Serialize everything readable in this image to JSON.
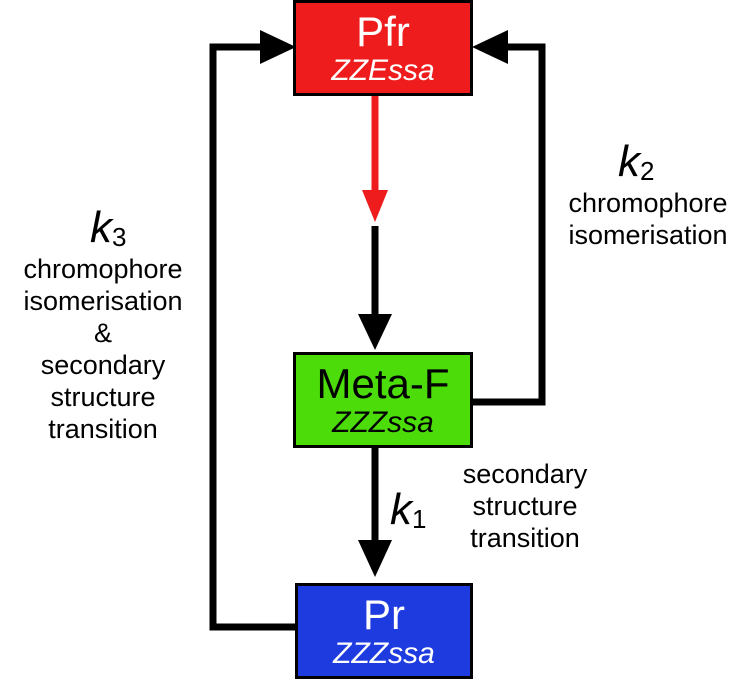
{
  "states": {
    "pfr": {
      "name": "Pfr",
      "configuration": "ZZEssa",
      "color": "#ee1c1c",
      "text_color": "#ffffff"
    },
    "meta_f": {
      "name": "Meta-F",
      "configuration": "ZZZssa",
      "color": "#4cdc0a",
      "text_color": "#000000"
    },
    "pr": {
      "name": "Pr",
      "configuration": "ZZZssa",
      "color": "#1e3be0",
      "text_color": "#ffffff"
    }
  },
  "transitions": {
    "k1": {
      "symbol": "k",
      "subscript": "1",
      "description_lines": [
        "secondary",
        "structure",
        "transition"
      ]
    },
    "k2": {
      "symbol": "k",
      "subscript": "2",
      "description_lines": [
        "chromophore",
        "isomerisation"
      ]
    },
    "k3": {
      "symbol": "k",
      "subscript": "3",
      "description_lines": [
        "chromophore",
        "isomerisation",
        "&",
        "secondary",
        "structure",
        "transition"
      ]
    }
  },
  "colors": {
    "light_arrow": "#ee1c1c",
    "arrow": "#000000"
  }
}
